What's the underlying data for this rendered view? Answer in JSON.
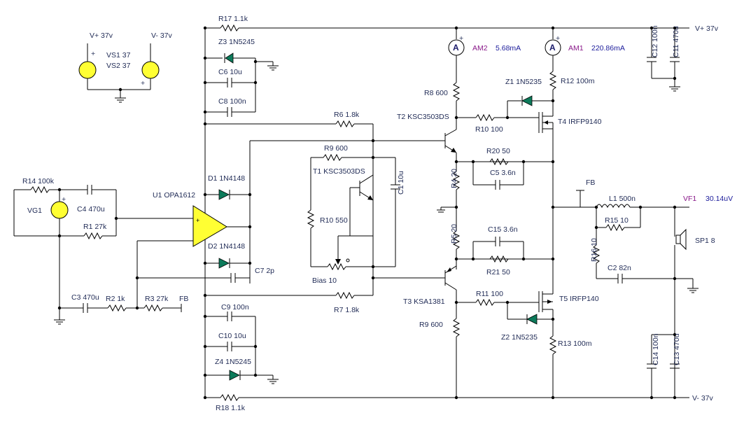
{
  "labels": {
    "r17": "R17 1.1k",
    "z3": "Z3 1N5245",
    "c6": "C6 10u",
    "c8": "C8 100n",
    "r6": "R6 1.8k",
    "r9a": "R9 600",
    "t1": "T1 KSC3503DS",
    "c1": "C1 10u",
    "r10a": "R10 550",
    "bias": "Bias 10",
    "d1": "D1 1N4148",
    "d2": "D2 1N4148",
    "u1": "U1 OPA1612",
    "c7": "C7 2p",
    "r7": "R7 1.8k",
    "c9": "C9 100n",
    "c10": "C10 10u",
    "z4": "Z4 1N5245",
    "r18": "R18 1.1k",
    "vplus_src": "V+ 37v",
    "vminus_src": "V- 37v",
    "vs1": "VS1 37",
    "vs2": "VS2 37",
    "r14": "R14 100k",
    "c4": "C4 470u",
    "vg1": "VG1",
    "r1": "R1 27k",
    "c3": "C3 470u",
    "r2": "R2 1k",
    "r3": "R3 27k",
    "fb_left": "FB",
    "am2": "AM2",
    "am2_val": "5.68mA",
    "am1": "AM1",
    "am1_val": "220.86mA",
    "r8": "R8 600",
    "t2": "T2 KSC3503DS",
    "r10b": "R10 100",
    "z1": "Z1 1N5235",
    "r12": "R12 100m",
    "t4": "T4 IRFP9140",
    "r20": "R20 50",
    "c5": "C5 3.6n",
    "r4": "R4 20",
    "r5": "R5 20",
    "c15": "C15 3.6n",
    "r21": "R21 50",
    "t3": "T3 KSA1381",
    "r11": "R11 100",
    "t5": "T5 IRFP140",
    "r9b": "R9 600",
    "z2": "Z2 1N5235",
    "r13": "R13 100m",
    "c12": "C12 100n",
    "c11": "C11 470u",
    "vplus_rail": "V+ 37v",
    "fb_right": "FB",
    "l1": "L1 500n",
    "vf1": "VF1",
    "vf1_val": "30.14uV",
    "r15": "R15 10",
    "sp1": "SP1 8",
    "r16": "R16 10",
    "c2": "C2 82n",
    "c14": "C14 100n",
    "c13": "C13 470u",
    "vminus_rail": "V- 37v",
    "plus": "+",
    "a": "A"
  },
  "colors": {
    "wire": "#000000",
    "label": "#1f2a55",
    "meter_label": "#8a1a8a",
    "meter_value": "#1a1a9a",
    "diode": "#0c7a5a",
    "opamp": "#ffff33"
  }
}
